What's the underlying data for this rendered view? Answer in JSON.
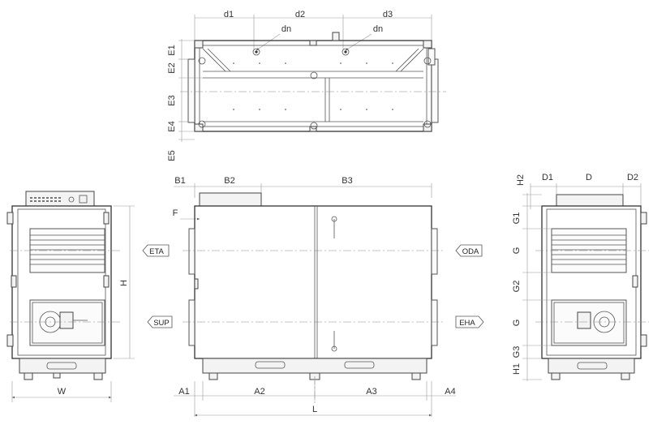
{
  "labels": {
    "d1": "d1",
    "d2": "d2",
    "d3": "d3",
    "dn1": "dn",
    "dn2": "dn",
    "E1": "E1",
    "E2": "E2",
    "E3": "E3",
    "E4": "E4",
    "E5": "E5",
    "B1": "B1",
    "B2": "B2",
    "B3": "B3",
    "F": "F",
    "H": "H",
    "W": "W",
    "A1": "A1",
    "A2": "A2",
    "A3": "A3",
    "A4": "A4",
    "L": "L",
    "H2": "H2",
    "D1": "D1",
    "D": "D",
    "D2": "D2",
    "G1": "G1",
    "G_upper": "G",
    "G2": "G2",
    "G_lower": "G",
    "G3": "G3",
    "H1": "H1"
  },
  "airflows": {
    "eta": "ETA",
    "sup": "SUP",
    "oda": "ODA",
    "eha": "EHA"
  }
}
